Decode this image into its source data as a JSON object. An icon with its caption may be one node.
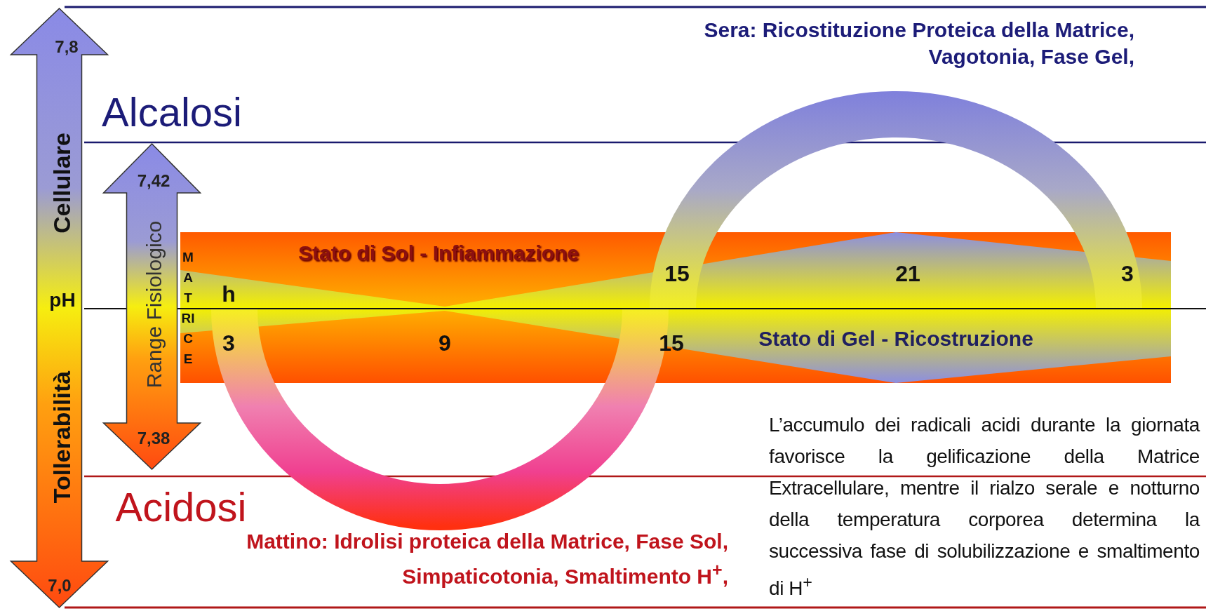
{
  "diagram": {
    "labels": [
      "Sera: Ricostituzione Proteica della Matrice, Vagotonia, Fase Gel,",
      "7,8",
      "Alcalosi",
      "Cellulare",
      "pH",
      "Tollerabilità",
      "7,42",
      "Range Fisiologico",
      "MATRICE",
      "Stato di Sol - Infiammazione",
      "h",
      "15",
      "21",
      "3",
      "3",
      "9",
      "15",
      "Stato di Gel - Ricostruzione",
      "L’accumulo dei radicali acidi durante la giornata favorisce la gelificazione della Matrice Extracellulare, mentre il rialzo serale e notturno della temperatura corporea determina la successiva fase di solubilizzazione e smaltimento di H$^{+}$",
      "7,38",
      "Acidosi",
      "Mattino: Idrolisi proteica della Matrice, Fase Sol, Simpaticotonia, Smaltimento H$^{+}$,",
      "7,0"
    ]
  }
}
